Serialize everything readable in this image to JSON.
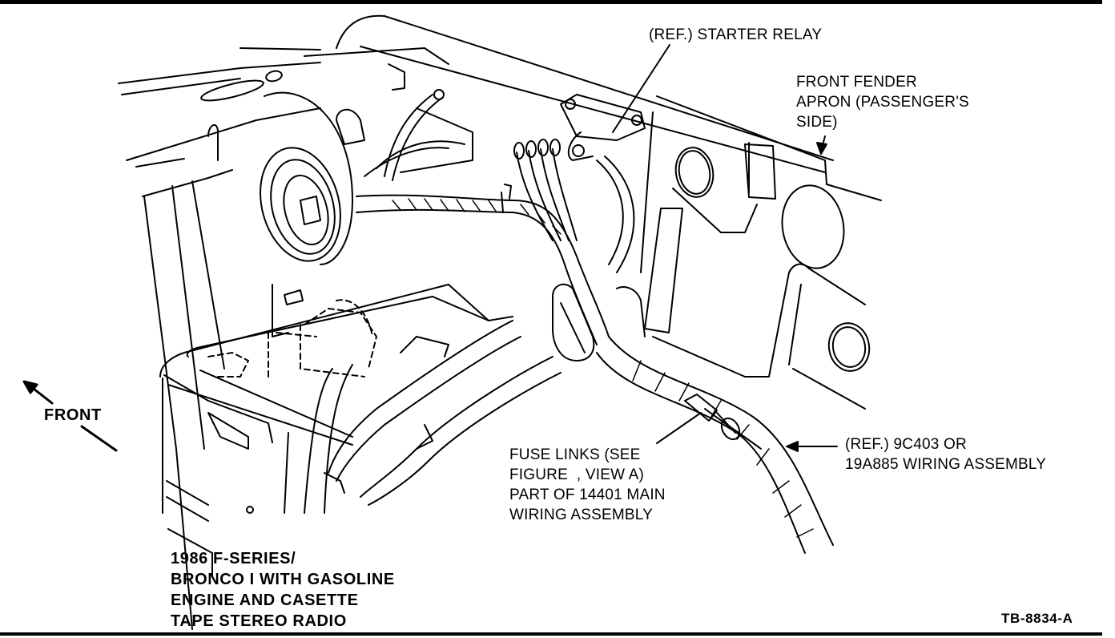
{
  "diagram": {
    "subject": "Engine compartment wiring — passenger side",
    "callouts": {
      "starter_relay": "(REF.) STARTER RELAY",
      "fender_apron": "FRONT FENDER\nAPRON (PASSENGER'S\nSIDE)",
      "fuse_links": "FUSE LINKS (SEE\nFIGURE  , VIEW A)\nPART OF 14401 MAIN\nWIRING ASSEMBLY",
      "wiring_assembly": "(REF.) 9C403 OR\n19A885 WIRING ASSEMBLY"
    },
    "orientation": {
      "label": "FRONT",
      "arrow_icon": "front-direction-arrow-icon"
    },
    "caption": "1986 F-SERIES/\nBRONCO I WITH GASOLINE\nENGINE AND CASETTE\nTAPE STEREO RADIO",
    "figure_id": "TB-8834-A",
    "colors": {
      "ink": "#000000",
      "paper": "#ffffff"
    }
  }
}
